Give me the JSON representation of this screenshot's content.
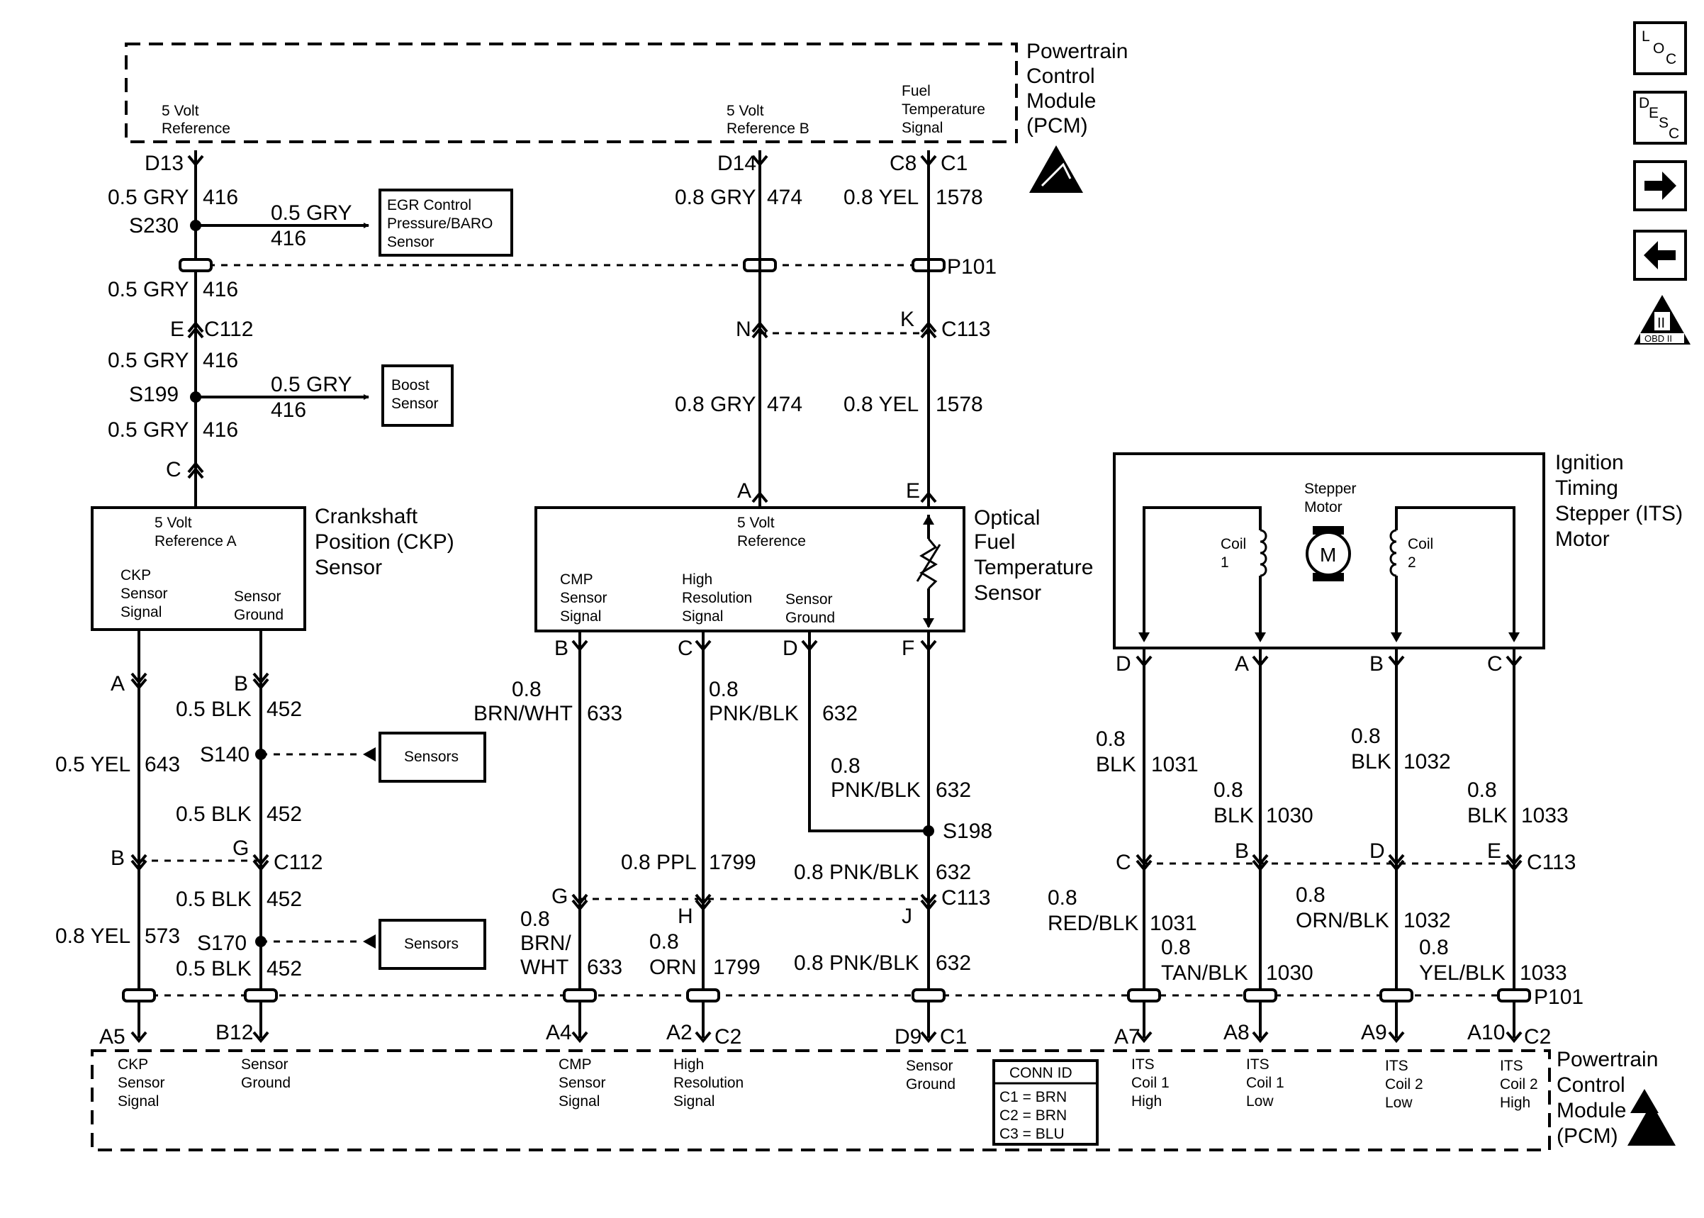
{
  "pcm_top": {
    "title": [
      "Powertrain",
      "Control",
      "Module",
      "(PCM)"
    ],
    "pins": [
      {
        "label": [
          "5 Volt",
          "Reference"
        ],
        "pin": "D13"
      },
      {
        "label": [
          "5 Volt",
          "Reference B"
        ],
        "pin": "D14"
      },
      {
        "label": [
          "Fuel",
          "Temperature",
          "Signal"
        ],
        "pin": "C8",
        "conn": "C1"
      }
    ]
  },
  "pcm_bottom": {
    "title": [
      "Powertrain",
      "Control",
      "Module",
      "(PCM)"
    ],
    "pins": [
      {
        "pin": "A5",
        "label": [
          "CKP",
          "Sensor",
          "Signal"
        ]
      },
      {
        "pin": "B12",
        "label": [
          "Sensor",
          "Ground"
        ]
      },
      {
        "pin": "A4",
        "label": [
          "CMP",
          "Sensor",
          "Signal"
        ]
      },
      {
        "pin": "A2",
        "conn": "C2",
        "label": [
          "High",
          "Resolution",
          "Signal"
        ]
      },
      {
        "pin": "D9",
        "conn": "C1",
        "label": [
          "Sensor",
          "Ground"
        ]
      },
      {
        "pin": "A7",
        "label": [
          "ITS",
          "Coil 1",
          "High"
        ]
      },
      {
        "pin": "A8",
        "label": [
          "ITS",
          "Coil 1",
          "Low"
        ]
      },
      {
        "pin": "A9",
        "label": [
          "ITS",
          "Coil 2",
          "Low"
        ]
      },
      {
        "pin": "A10",
        "conn": "C2",
        "label": [
          "ITS",
          "Coil 2",
          "High"
        ]
      }
    ],
    "conn_id": {
      "title": "CONN ID",
      "rows": [
        "C1 = BRN",
        "C2 = BRN",
        "C3 = BLU"
      ]
    }
  },
  "nav": {
    "loc": "LOC",
    "desc": "DESC",
    "obd": "OBD II"
  },
  "connectors": {
    "p101": "P101",
    "c112": "C112",
    "c113": "C113",
    "c1": "C1",
    "c2": "C2"
  },
  "splices": {
    "s230": "S230",
    "s199": "S199",
    "s140": "S140",
    "s170": "S170",
    "s198": "S198"
  },
  "components": {
    "egr": [
      "EGR Control",
      "Pressure/BARO",
      "Sensor"
    ],
    "boost": [
      "Boost",
      "Sensor"
    ],
    "sensors1": "Sensors",
    "sensors2": "Sensors",
    "ckp": {
      "title": [
        "Crankshaft",
        "Position (CKP)",
        "Sensor"
      ],
      "ref": [
        "5 Volt",
        "Reference A"
      ],
      "sig": [
        "CKP",
        "Sensor",
        "Signal"
      ],
      "gnd": [
        "Sensor",
        "Ground"
      ]
    },
    "oft": {
      "title": [
        "Optical",
        "Fuel",
        "Temperature",
        "Sensor"
      ],
      "ref": [
        "5 Volt",
        "Reference"
      ],
      "cmp": [
        "CMP",
        "Sensor",
        "Signal"
      ],
      "hr": [
        "High",
        "Resolution",
        "Signal"
      ],
      "gnd": [
        "Sensor",
        "Ground"
      ]
    },
    "its": {
      "title": [
        "Ignition",
        "Timing",
        "Stepper (ITS)",
        "Motor"
      ],
      "motor": [
        "Stepper",
        "Motor"
      ],
      "m": "M",
      "coil1": [
        "Coil",
        "1"
      ],
      "coil2": [
        "Coil",
        "2"
      ]
    }
  },
  "wires": {
    "gry416": "0.5 GRY",
    "n416": "416",
    "gry474": "0.8 GRY",
    "n474": "474",
    "yel1578": "0.8 YEL",
    "n1578": "1578",
    "yel643": "0.5 YEL",
    "n643": "643",
    "yel573": "0.8 YEL",
    "n573": "573",
    "blk452": "0.5 BLK",
    "n452": "452",
    "g08": "0.8",
    "brnwht": "BRN/WHT",
    "brn": "BRN/",
    "wht": "WHT",
    "n633": "633",
    "pnkblk": "PNK/BLK",
    "n632": "632",
    "pnkblk08": "0.8 PNK/BLK",
    "ppl": "0.8 PPL",
    "orn": "ORN",
    "n1799": "1799",
    "blk": "BLK",
    "n1031": "1031",
    "n1030": "1030",
    "n1032": "1032",
    "n1033": "1033",
    "redblk": "RED/BLK",
    "tanblk": "TAN/BLK",
    "ornblk": "ORN/BLK",
    "yelblk": "YEL/BLK"
  },
  "pins": {
    "A": "A",
    "B": "B",
    "C": "C",
    "D": "D",
    "E": "E",
    "F": "F",
    "G": "G",
    "H": "H",
    "J": "J",
    "K": "K",
    "N": "N"
  }
}
